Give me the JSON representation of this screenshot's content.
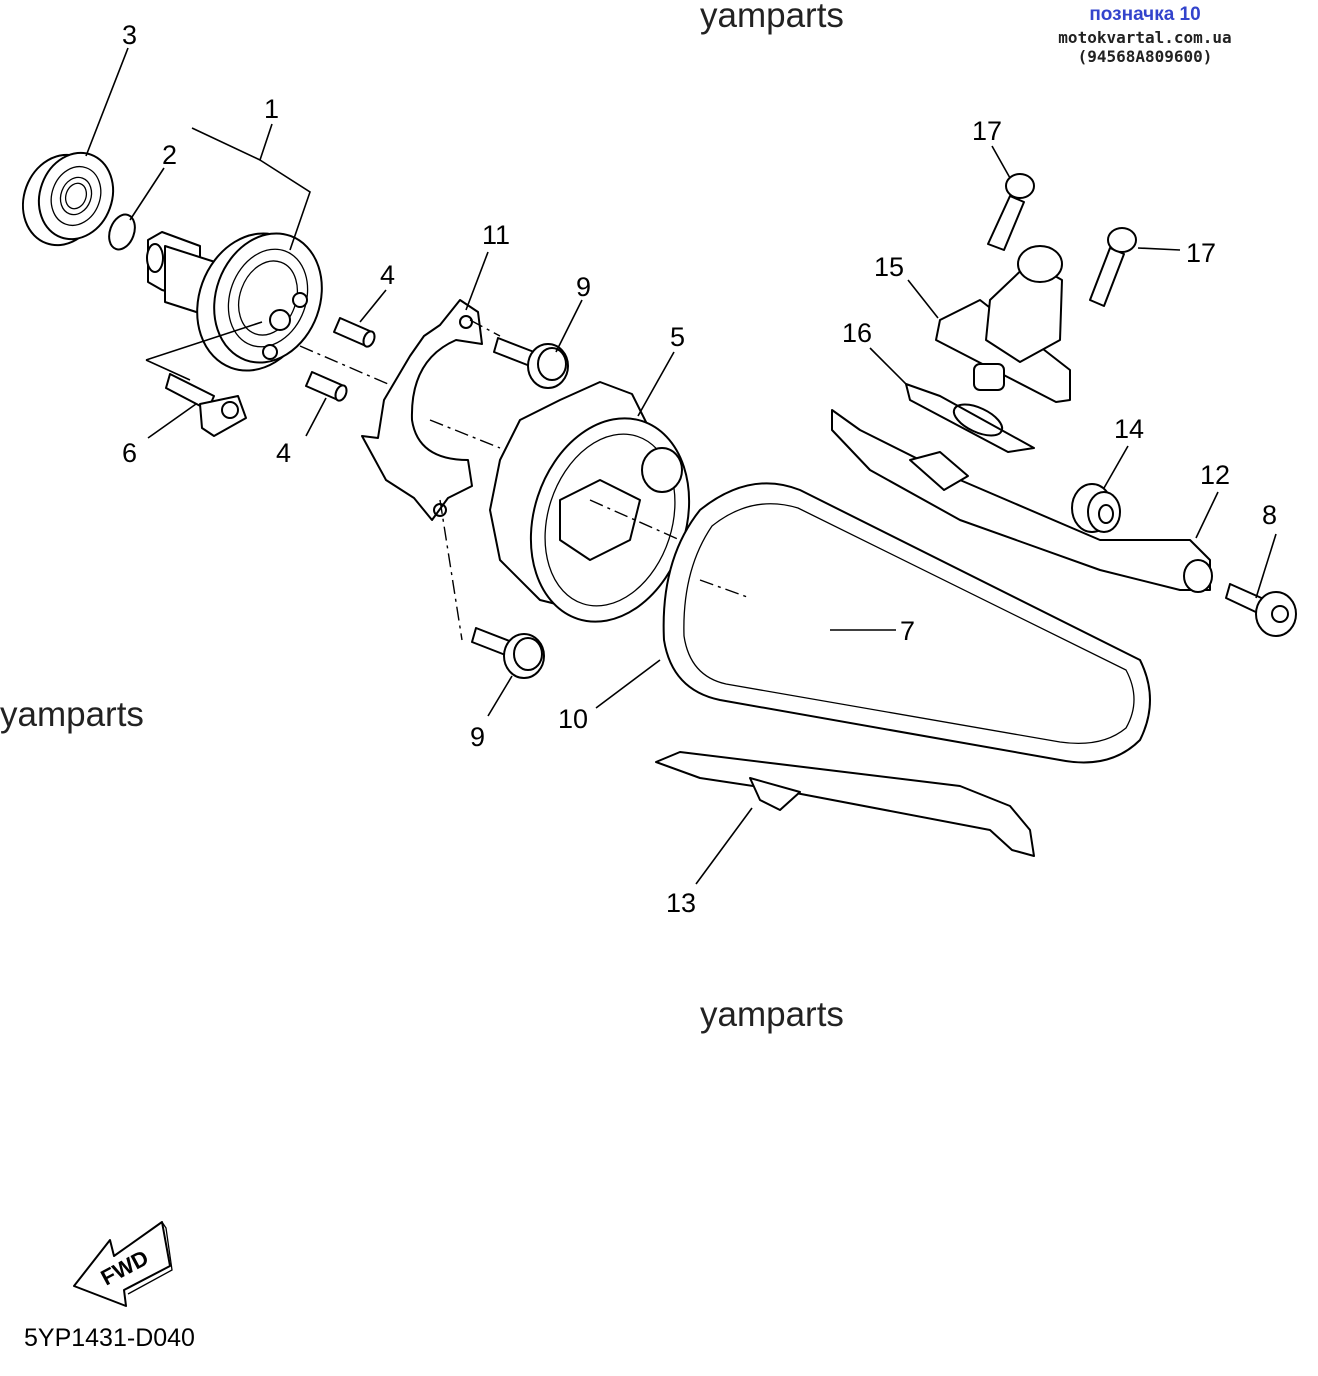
{
  "header": {
    "reference": "позначка 10",
    "site": "motokvartal.com.ua (94568A809600)"
  },
  "watermarks": [
    "yamparts",
    "yamparts",
    "yamparts",
    "yamparts"
  ],
  "callouts": [
    "1",
    "2",
    "3",
    "4",
    "4",
    "5",
    "6",
    "7",
    "8",
    "9",
    "9",
    "10",
    "11",
    "12",
    "13",
    "14",
    "15",
    "16",
    "17",
    "17"
  ],
  "direction_arrow": "FWD",
  "diagram_code": "5YP1431-D040"
}
